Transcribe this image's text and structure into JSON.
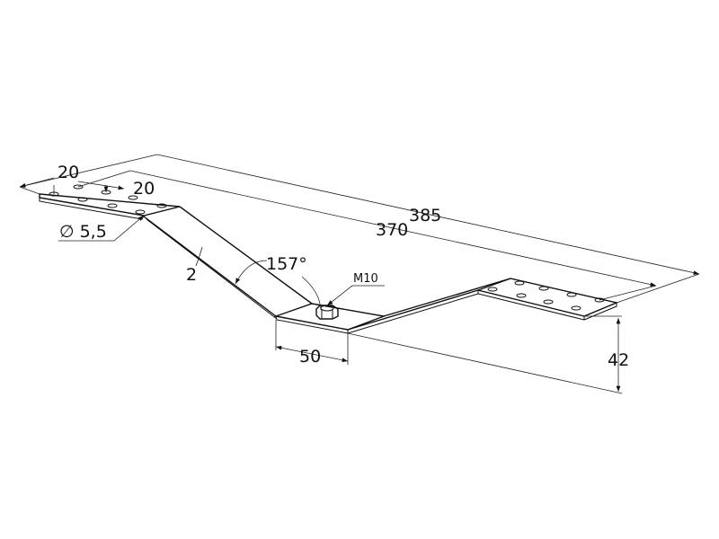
{
  "drawing": {
    "dimensions": {
      "overall_length": "385",
      "hole_span_length": "370",
      "hole_pitch_1": "20",
      "hole_pitch_2": "20",
      "hole_diameter": "∅ 5,5",
      "thickness": "2",
      "bend_angle": "157°",
      "thread": "M10",
      "base_width": "50",
      "height": "42"
    },
    "line_color": "#111111"
  }
}
